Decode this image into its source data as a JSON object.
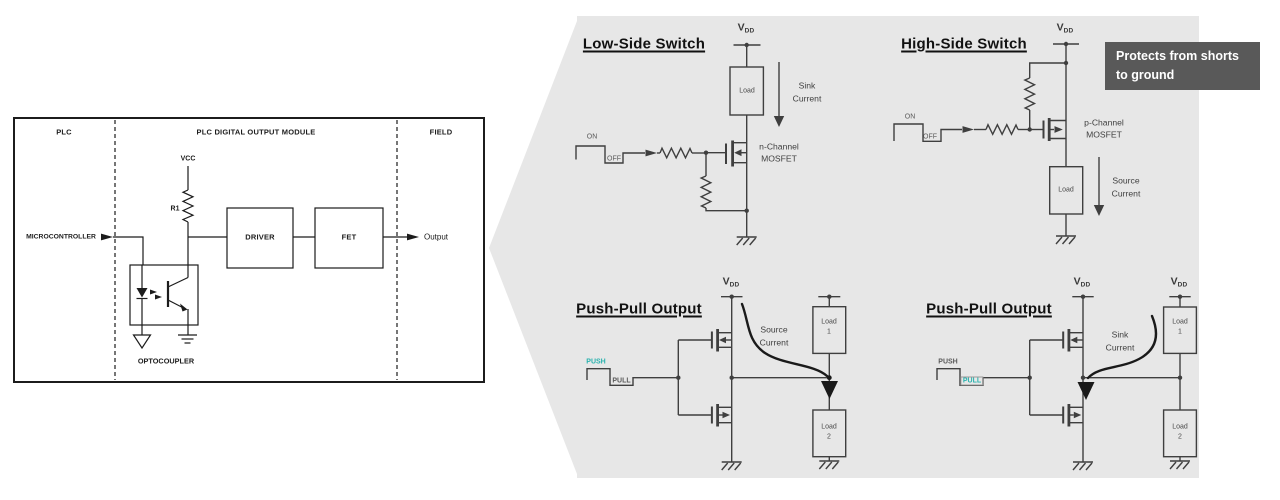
{
  "left_panel": {
    "col_plc": "PLC",
    "col_module": "PLC DIGITAL OUTPUT MODULE",
    "col_field": "FIELD",
    "microcontroller": "MICROCONTROLLER",
    "vcc": "VCC",
    "r1": "R1",
    "driver": "DRIVER",
    "fet": "FET",
    "output": "Output",
    "optocoupler": "OPTOCOUPLER"
  },
  "shared": {
    "vdd_base": "V",
    "vdd_sub": "DD",
    "load": "Load",
    "on": "ON",
    "off": "OFF",
    "push": "PUSH",
    "pull": "PULL"
  },
  "low_side": {
    "title": "Low-Side Switch",
    "current_line1": "Sink",
    "current_line2": "Current",
    "mosfet_line1": "n-Channel",
    "mosfet_line2": "MOSFET"
  },
  "high_side": {
    "title": "High-Side Switch",
    "current_line1": "Source",
    "current_line2": "Current",
    "mosfet_line1": "p-Channel",
    "mosfet_line2": "MOSFET"
  },
  "callout": {
    "line1": "Protects from shorts",
    "line2": "to ground"
  },
  "push_pull_left": {
    "title": "Push-Pull Output",
    "current_line1": "Source",
    "current_line2": "Current",
    "load1_line1": "Load",
    "load1_line2": "1",
    "load2_line1": "Load",
    "load2_line2": "2"
  },
  "push_pull_right": {
    "title": "Push-Pull Output",
    "current_line1": "Sink",
    "current_line2": "Current",
    "load1_line1": "Load",
    "load1_line2": "1",
    "load2_line1": "Load",
    "load2_line2": "2"
  },
  "colors": {
    "panel_bg": "#e7e7e7",
    "callout_bg": "#595959",
    "callout_text": "#ffffff",
    "accent_teal": "#29b2ae",
    "circuit_stroke": "#3f3f3f",
    "left_stroke": "#1c1c1c"
  }
}
